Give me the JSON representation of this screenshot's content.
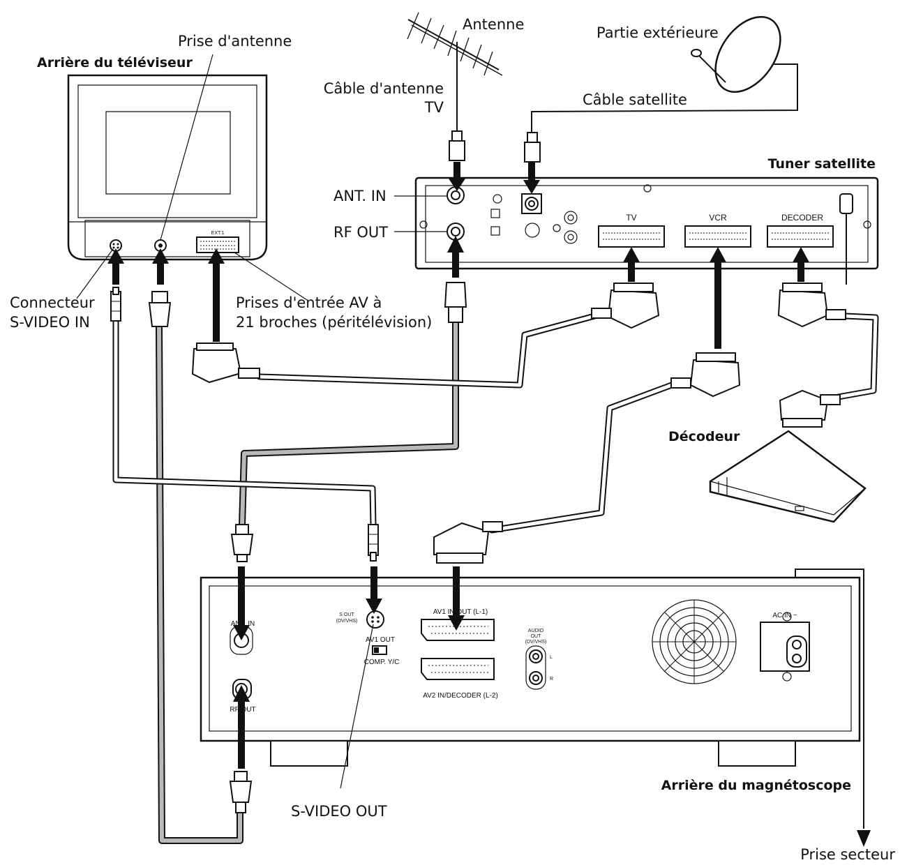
{
  "labels": {
    "tv_back": "Arrière du téléviseur",
    "tv_antenna_jack": "Prise d'antenne",
    "svideo_in_line1": "Connecteur",
    "svideo_in_line2": "S-VIDEO IN",
    "av_inputs_line1": "Prises d'entrée AV à",
    "av_inputs_line2": "21 broches (péritélévision)",
    "antenna": "Antenne",
    "tv_antenna_cable_line1": "Câble d'antenne",
    "tv_antenna_cable_line2": "TV",
    "outdoor_unit": "Partie extérieure",
    "satellite_cable": "Câble satellite",
    "satellite_tuner": "Tuner satellite",
    "ant_in": "ANT. IN",
    "rf_out": "RF OUT",
    "decoder": "Décodeur",
    "vcr_back": "Arrière du magnétoscope",
    "svideo_out": "S-VIDEO OUT",
    "mains_socket": "Prise secteur"
  },
  "panel_text": {
    "tv_ext": "EXT.1",
    "tuner_tv": "TV",
    "tuner_vcr": "VCR",
    "tuner_decoder": "DECODER",
    "vcr_ant_in": "ANT. IN",
    "vcr_rf_out": "RF OUT",
    "vcr_s_out": "S OUT",
    "vcr_s_out_sub": "(DV/VHS)",
    "vcr_av1_out": "AV1 OUT",
    "vcr_comp": "COMP. Y/C",
    "vcr_av1_inout": "AV1 IN/OUT (L-1)",
    "vcr_av2": "AV2 IN/DECODER (L-2)",
    "vcr_audio_1": "AUDIO",
    "vcr_audio_2": "OUT",
    "vcr_audio_3": "(DV/VHS)",
    "vcr_l": "L",
    "vcr_r": "R",
    "vcr_ac_in": "AC IN ~"
  },
  "colors": {
    "line": "#111111",
    "rf_cable_fill": "#b9b9b9",
    "background": "#ffffff"
  }
}
